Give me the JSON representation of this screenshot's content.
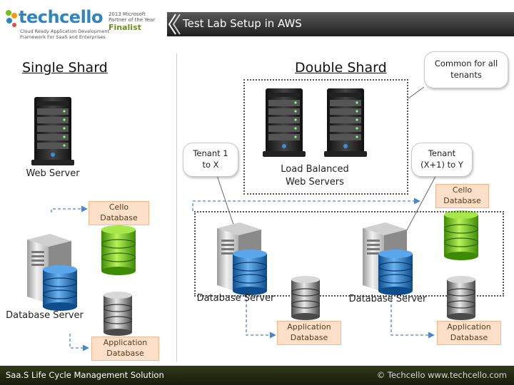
{
  "header": {
    "logo": "techcello",
    "tagline_1": "Cloud Ready Application Development",
    "tagline_2": "Framework For SaaS and Enterprises",
    "award_1": "2013 Microsoft",
    "award_2": "Partner of the Year",
    "award_3": "Finalist",
    "title": "Test Lab Setup in AWS"
  },
  "single_shard": {
    "heading": "Single Shard",
    "web_server": "Web Server",
    "cello_db_1": "Cello",
    "cello_db_2": "Database",
    "db_server": "Database Server",
    "app_db_1": "Application",
    "app_db_2": "Database"
  },
  "double_shard": {
    "heading": "Double Shard",
    "common_1": "Common for all",
    "common_2": "tenants",
    "tenant1_1": "Tenant 1",
    "tenant1_2": "to X",
    "tenant2_1": "Tenant",
    "tenant2_2": "(X+1) to Y",
    "lb_1": "Load Balanced",
    "lb_2": "Web Servers",
    "cello_db_1": "Cello",
    "cello_db_2": "Database",
    "db_server_1": "Database Server",
    "db_server_2": "Database Server",
    "app_db1_1": "Application",
    "app_db1_2": "Database",
    "app_db2_1": "Application",
    "app_db2_2": "Database"
  },
  "footer": {
    "left": "Saa.S Life Cycle Management Solution",
    "right": "© Techcello www.techcello.com"
  },
  "colors": {
    "title_bar": "#2a2a2a",
    "footer": "#222a12",
    "label_fill": "#fde0c9",
    "connector": "#4f86c6",
    "green_db": "#6cc417",
    "blue_db": "#1f6fb5"
  }
}
